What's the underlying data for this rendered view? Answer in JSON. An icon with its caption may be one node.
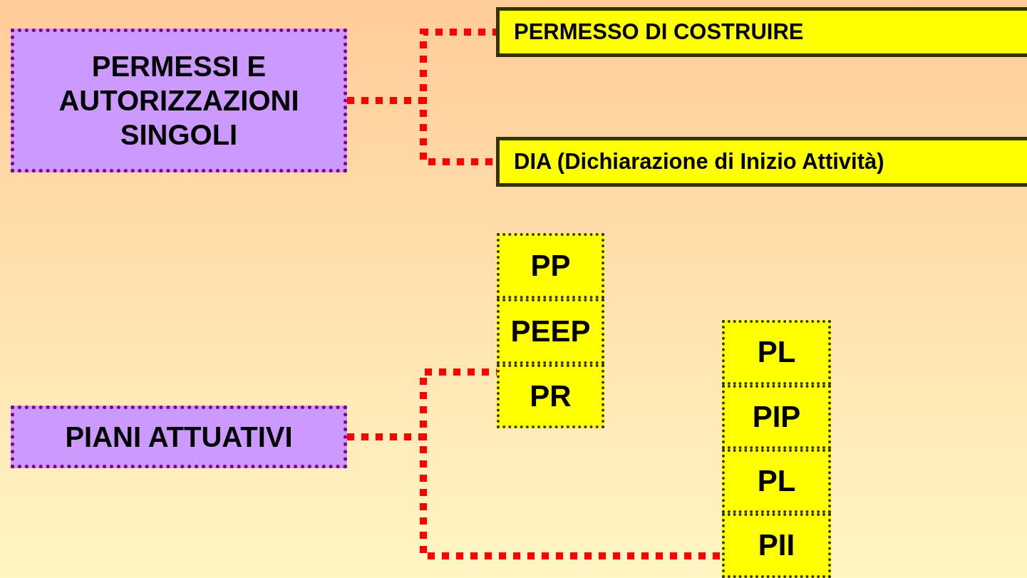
{
  "diagram": {
    "nodes": [
      {
        "text": [
          "PERMESSI E AUTORIZZAZIONI SINGOLI"
        ]
      },
      {
        "text": [
          "PERMESSO DI COSTRUIRE"
        ]
      },
      {
        "text": [
          "DIA (Dichiarazione di Inizio Attività)"
        ]
      },
      {
        "text": [
          "PIANI ATTUATIVI"
        ]
      },
      {
        "text": [
          "PP"
        ]
      },
      {
        "text": [
          "PEEP"
        ]
      },
      {
        "text": [
          "PR"
        ]
      },
      {
        "text": [
          "PL"
        ]
      },
      {
        "text": [
          "PIP"
        ]
      },
      {
        "text": [
          "PL"
        ]
      },
      {
        "text": [
          "PII"
        ]
      }
    ],
    "edges": [
      {
        "from": 0,
        "to": 1,
        "arrow": "none"
      },
      {
        "from": 0,
        "to": 2,
        "arrow": "none"
      },
      {
        "from": 3,
        "to": 6,
        "arrow": "none"
      },
      {
        "from": 3,
        "to": 10,
        "arrow": "none"
      }
    ]
  }
}
